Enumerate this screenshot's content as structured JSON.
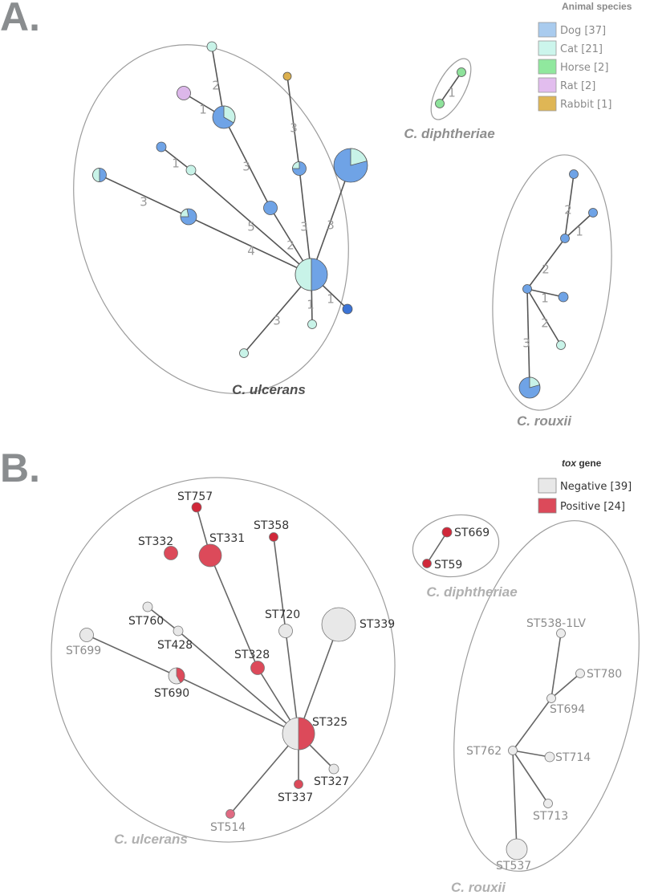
{
  "panel_a": {
    "letter": "A.",
    "legend": {
      "title": "Animal species",
      "items": [
        {
          "label": "Dog [37]",
          "color": "#a9cbee"
        },
        {
          "label": "Cat [21]",
          "color": "#ccf5ec"
        },
        {
          "label": "Horse [2]",
          "color": "#90e89e"
        },
        {
          "label": "Rat [2]",
          "color": "#e2bdee"
        },
        {
          "label": "Rabbit [1]",
          "color": "#dfb655"
        }
      ]
    },
    "clusters": {
      "ulcerans": "C. ulcerans",
      "diphtheriae": "C. diphtheriae",
      "rouxii": "C. rouxii"
    },
    "edge_labels": [
      "2",
      "1",
      "3",
      "3",
      "1",
      "3",
      "5",
      "3",
      "3",
      "2",
      "4",
      "1",
      "1",
      "3",
      "1",
      "2",
      "1",
      "2",
      "1",
      "2",
      "3"
    ],
    "node_colors": {
      "dog": "#6fa3e6",
      "cat": "#c8f3e8",
      "horse": "#8ee29b",
      "rat": "#dcb7ea",
      "rabbit": "#dcb04e",
      "dog_dark": "#3c74d6"
    }
  },
  "panel_b": {
    "letter": "B.",
    "legend": {
      "title_italic": "tox",
      "title_rest": " gene",
      "items": [
        {
          "label": "Negative [39]",
          "color": "#e8e8e8"
        },
        {
          "label": "Positive [24]",
          "color": "#dc4a5a"
        }
      ]
    },
    "clusters": {
      "ulcerans": "C. ulcerans",
      "diphtheriae": "C. diphtheriae",
      "rouxii": "C. rouxii"
    },
    "st_labels": {
      "st757": "ST757",
      "st332": "ST332",
      "st331": "ST331",
      "st358": "ST358",
      "st720": "ST720",
      "st339": "ST339",
      "st760": "ST760",
      "st428": "ST428",
      "st699": "ST699",
      "st328": "ST328",
      "st690": "ST690",
      "st325": "ST325",
      "st327": "ST327",
      "st337": "ST337",
      "st514": "ST514",
      "st669": "ST669",
      "st59": "ST59",
      "st538": "ST538-1LV",
      "st780": "ST780",
      "st694": "ST694",
      "st762": "ST762",
      "st714": "ST714",
      "st713": "ST713",
      "st537": "ST537"
    },
    "node_colors": {
      "negative": "#e8e8e8",
      "positive": "#dc4a5a",
      "positive_dark": "#d0283a",
      "positive_light": "#e06a82"
    }
  }
}
